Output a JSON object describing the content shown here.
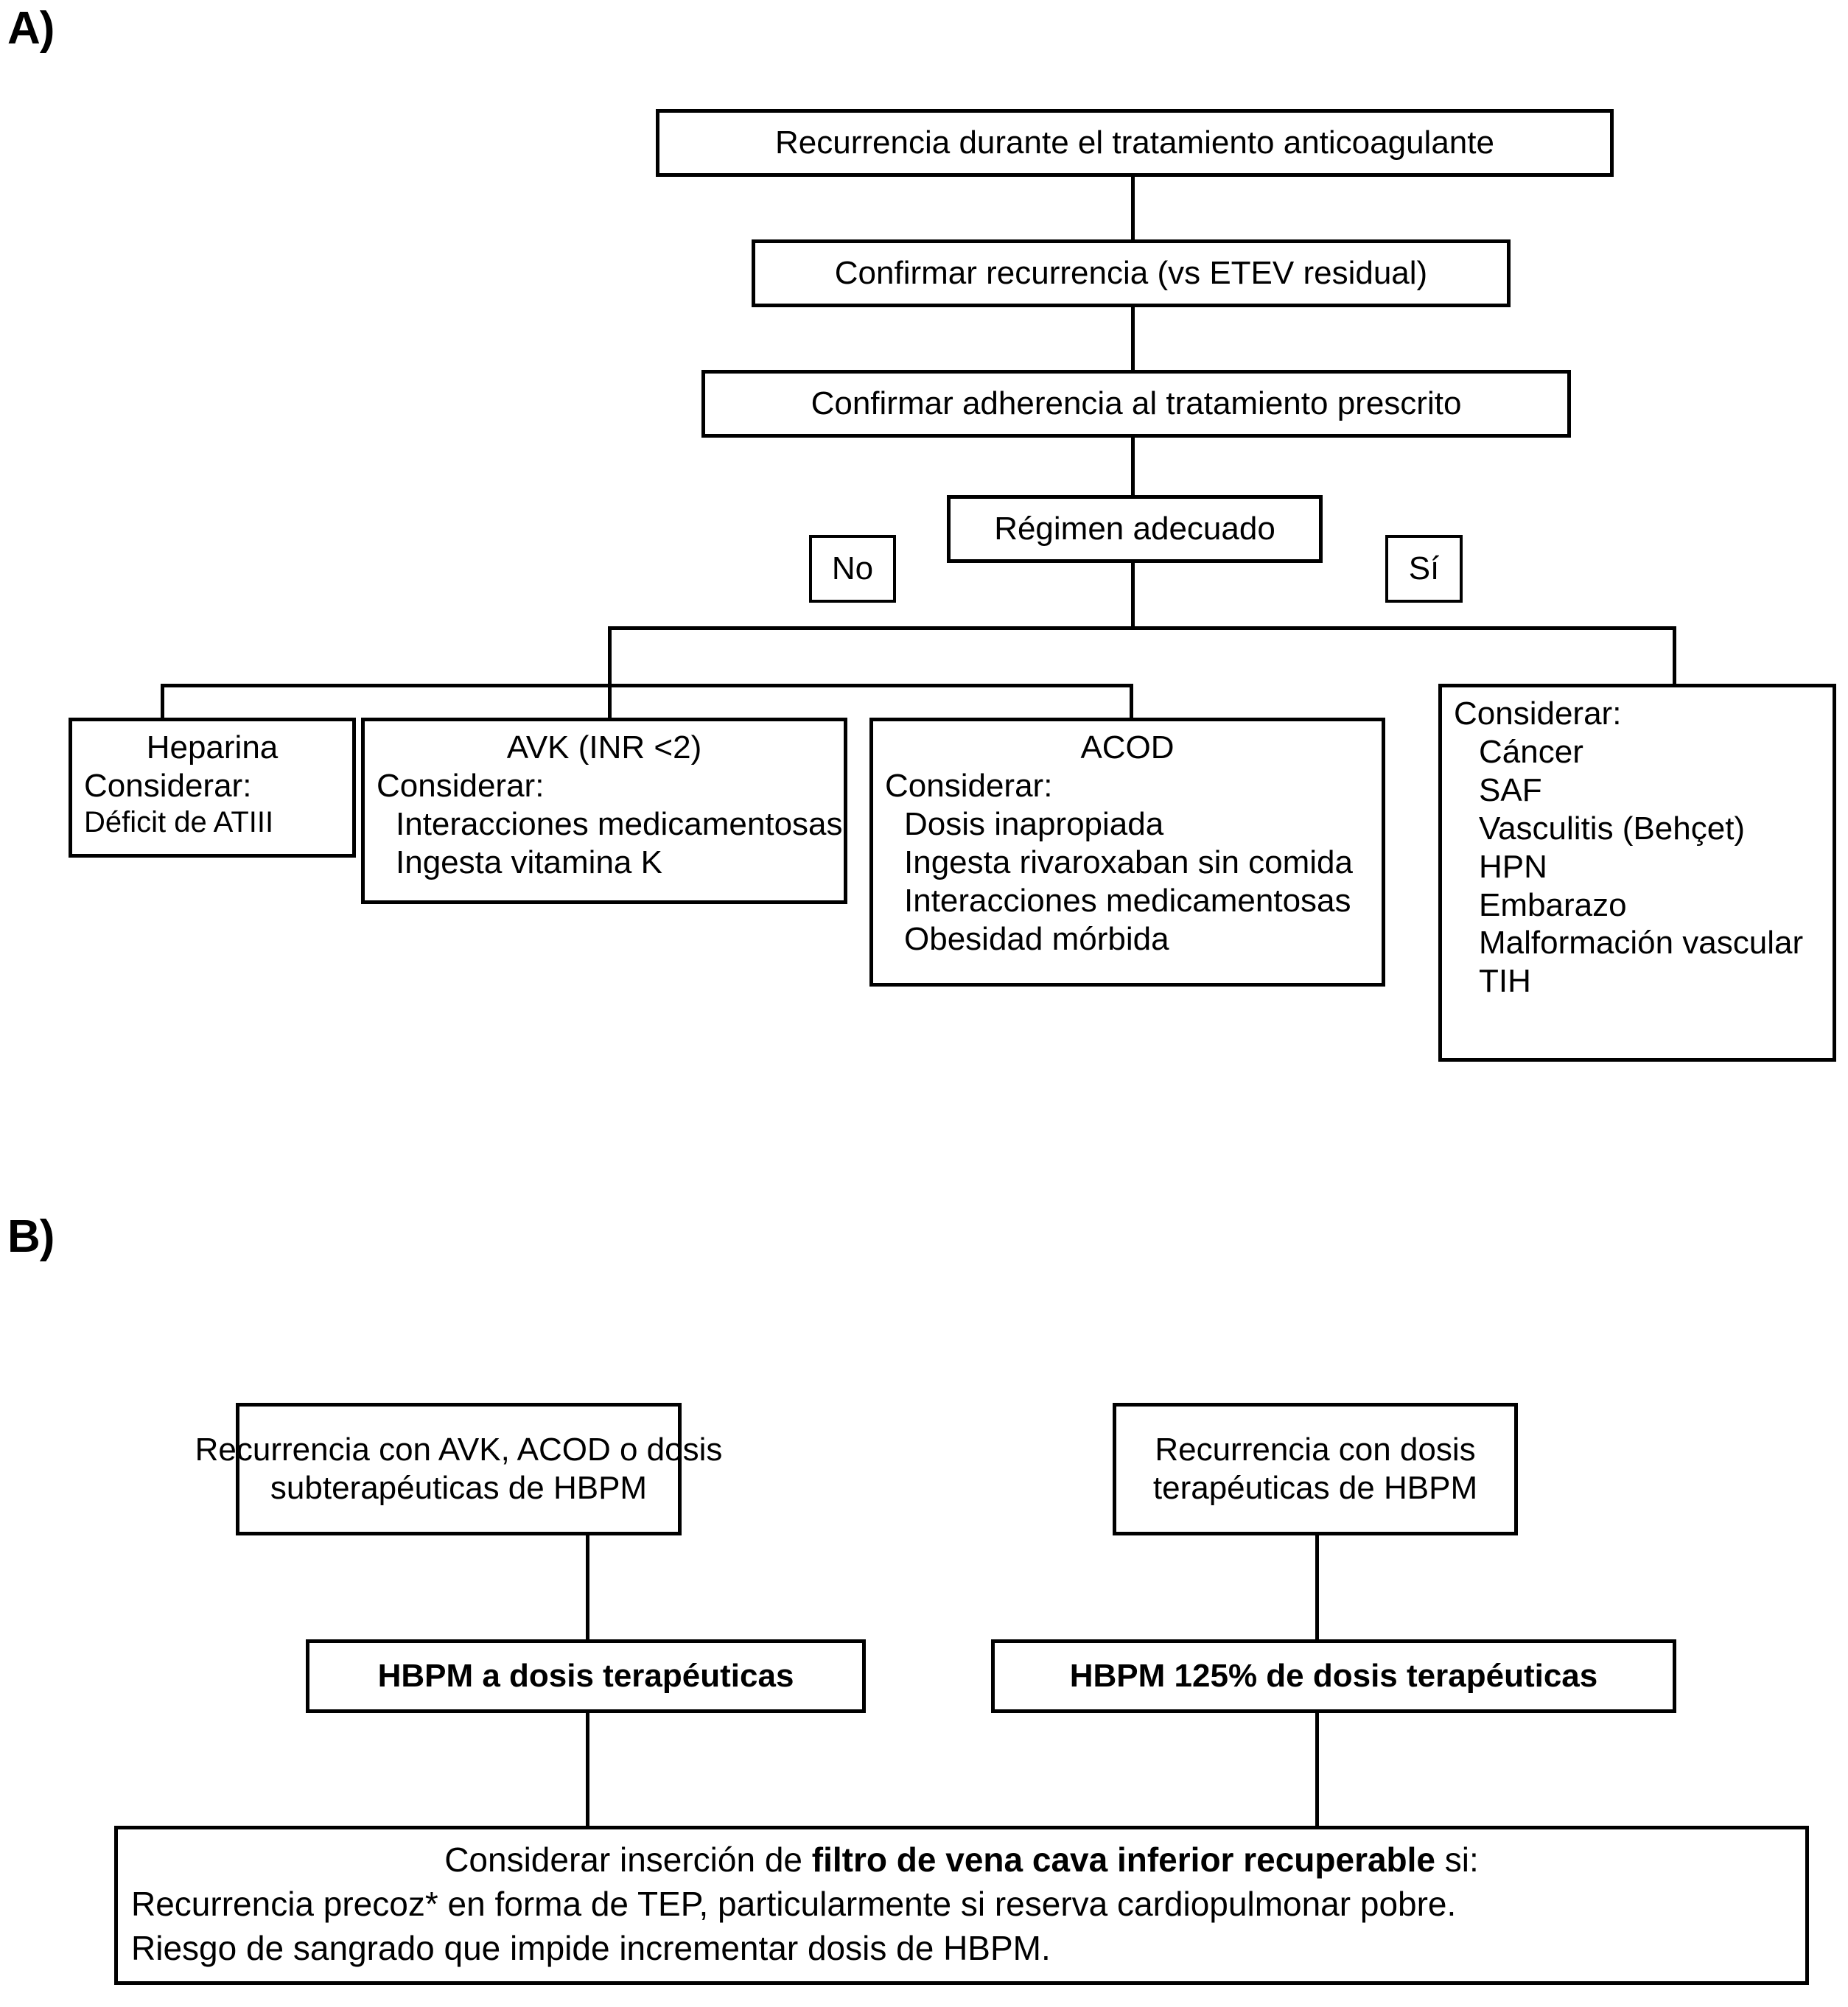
{
  "panels": {
    "a_label": "A)",
    "b_label": "B)"
  },
  "panel_a": {
    "step1": "Recurrencia durante el tratamiento anticoagulante",
    "step2": "Confirmar recurrencia (vs ETEV residual)",
    "step3": "Confirmar adherencia al tratamiento prescrito",
    "decision": "Régimen adecuado",
    "branch_no": "No",
    "branch_yes": "Sí",
    "heparina": {
      "title": "Heparina",
      "subtitle": "Considerar:",
      "items": [
        "Déficit de ATIII"
      ]
    },
    "avk": {
      "title": "AVK (INR <2)",
      "subtitle": "Considerar:",
      "items": [
        "Interacciones medicamentosas",
        "Ingesta vitamina K"
      ]
    },
    "acod": {
      "title": "ACOD",
      "subtitle": "Considerar:",
      "items": [
        "Dosis inapropiada",
        "Ingesta rivaroxaban sin comida",
        "Interacciones medicamentosas",
        "Obesidad mórbida"
      ]
    },
    "considerar": {
      "subtitle": "Considerar:",
      "items": [
        "Cáncer",
        "SAF",
        "Vasculitis (Behçet)",
        "HPN",
        "Embarazo",
        "Malformación vascular",
        "TIH"
      ]
    }
  },
  "panel_b": {
    "left_top_line1": "Recurrencia con AVK, ACOD o dosis",
    "left_top_line2": "subterapéuticas de HBPM",
    "right_top_line1": "Recurrencia con dosis",
    "right_top_line2": "terapéuticas de HBPM",
    "left_mid": "HBPM a dosis terapéuticas",
    "right_mid": "HBPM 125% de dosis terapéuticas",
    "bottom": {
      "line1_pre": "Considerar inserción de ",
      "line1_bold": "filtro de vena cava inferior recuperable",
      "line1_post": " si:",
      "line2": "Recurrencia precoz* en forma de TEP, particularmente si reserva cardiopulmonar pobre.",
      "line3": "Riesgo de sangrado que impide incrementar dosis de HBPM."
    }
  }
}
